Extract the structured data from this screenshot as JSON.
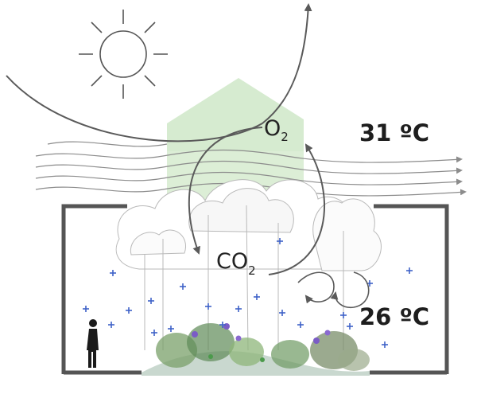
{
  "labels": {
    "oxygen": "O",
    "oxygen_sub": "2",
    "co2": "CO",
    "co2_sub": "2",
    "temp_outside": "31 ºC",
    "temp_inside": "26 ºC"
  },
  "colors": {
    "arrow": "#5a5a5a",
    "wind": "#8c8c8c",
    "wall": "#555555",
    "roof_green": "#cfe8c8",
    "sparkle": "#3f62c8",
    "tree_line": "#b9b9b9",
    "ground": "#c9d8cf"
  },
  "icons": {
    "sun": "sun-icon",
    "person": "person-silhouette-icon",
    "sparkle": "plus-sparkle-icon"
  }
}
